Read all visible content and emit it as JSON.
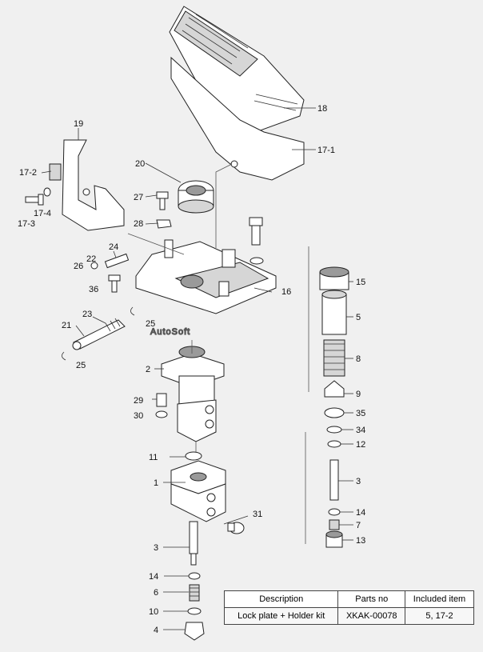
{
  "watermark": "AutoSoft",
  "callouts": [
    "18",
    "17-1",
    "19",
    "17-2",
    "17-4",
    "17-3",
    "20",
    "27",
    "28",
    "24",
    "22",
    "26",
    "36",
    "16",
    "23",
    "21",
    "25",
    "25",
    "2",
    "29",
    "30",
    "11",
    "1",
    "31",
    "3",
    "14",
    "6",
    "10",
    "4",
    "15",
    "5",
    "8",
    "9",
    "35",
    "34",
    "12",
    "3",
    "14",
    "7",
    "13"
  ],
  "table": {
    "headers": [
      "Description",
      "Parts no",
      "Included item"
    ],
    "rows": [
      [
        "Lock plate + Holder kit",
        "XKAK-00078",
        "5, 17-2"
      ]
    ]
  }
}
